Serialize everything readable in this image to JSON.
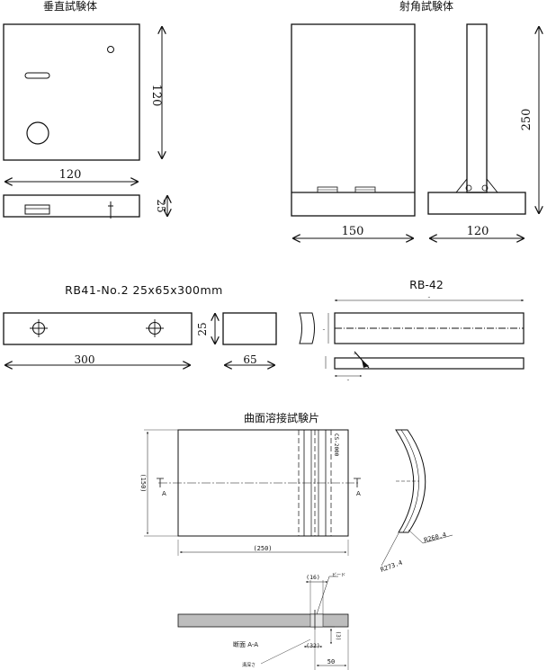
{
  "vertical_specimen": {
    "title": "垂直試験体",
    "height_dim": "120",
    "width_dim": "120",
    "thickness_dim": "25"
  },
  "angled_specimen": {
    "title": "射角試験体",
    "height_dim": "250",
    "front_width_dim": "150",
    "side_width_dim": "120"
  },
  "rb41": {
    "title": "RB41-No.2 25x65x300mm",
    "length_dim": "300",
    "thickness_dim": "25",
    "width_dim": "65"
  },
  "rb42": {
    "title": "RB-42",
    "top_dim": "…",
    "side_dim": "…",
    "angle_dim": "…",
    "bottom_dim": "…"
  },
  "curved_weld": {
    "title": "曲面溶接試験片",
    "height_dim": "(150)",
    "width_dim": "(250)",
    "section_left": "A",
    "section_right": "A",
    "stamp": "CS-2000",
    "outer_radius": "R273.4",
    "inner_radius": "R260.4",
    "bead_width": "(16)",
    "bead_label": "ビード",
    "depth_dim": "(3)",
    "offset_dim": "(32)",
    "length_dim": "50",
    "section_label": "断面 A-A",
    "groove_label": "溝深さ"
  }
}
